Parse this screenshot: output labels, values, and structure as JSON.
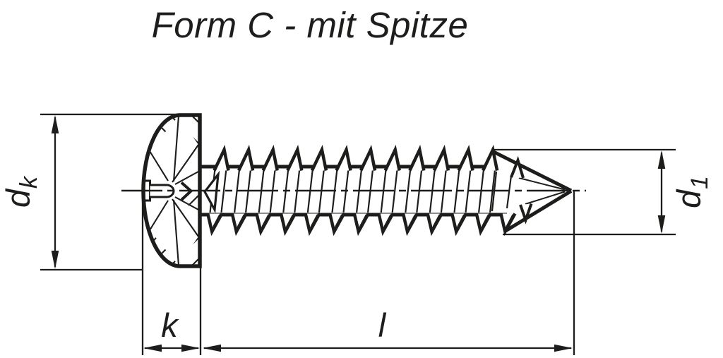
{
  "title": "Form C - mit Spitze",
  "dimension_labels": {
    "head_diameter": {
      "symbol": "d",
      "subscript": "k"
    },
    "thread_diameter": {
      "symbol": "d",
      "subscript": "1"
    },
    "head_height": {
      "symbol": "k"
    },
    "screw_length": {
      "symbol": "l"
    }
  },
  "colors": {
    "ink": "#1d1d1b",
    "background": "#ffffff"
  }
}
